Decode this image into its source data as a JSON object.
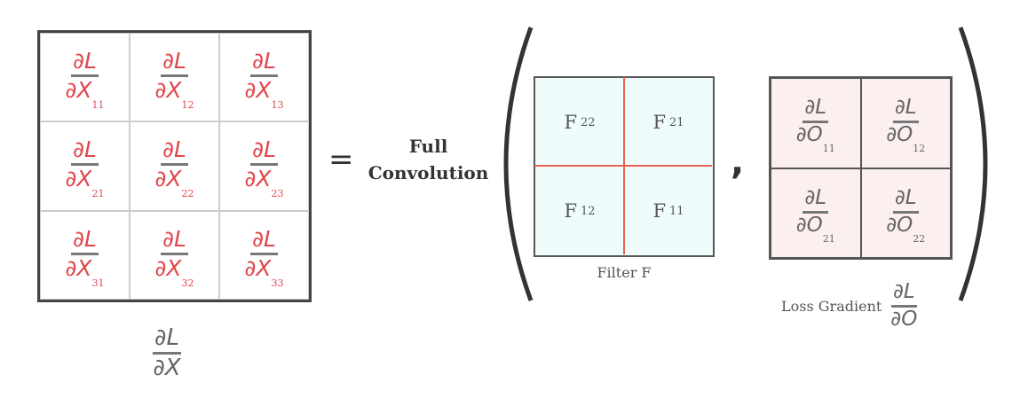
{
  "input_gradient": {
    "numerator": "∂L",
    "denominator": "∂X",
    "cells": [
      {
        "num": "∂L",
        "den": "∂X",
        "sub": "11"
      },
      {
        "num": "∂L",
        "den": "∂X",
        "sub": "12"
      },
      {
        "num": "∂L",
        "den": "∂X",
        "sub": "13"
      },
      {
        "num": "∂L",
        "den": "∂X",
        "sub": "21"
      },
      {
        "num": "∂L",
        "den": "∂X",
        "sub": "22"
      },
      {
        "num": "∂L",
        "den": "∂X",
        "sub": "23"
      },
      {
        "num": "∂L",
        "den": "∂X",
        "sub": "31"
      },
      {
        "num": "∂L",
        "den": "∂X",
        "sub": "32"
      },
      {
        "num": "∂L",
        "den": "∂X",
        "sub": "33"
      }
    ]
  },
  "equals": "=",
  "operation": {
    "line1": "Full",
    "line2": "Convolution"
  },
  "comma": ",",
  "filter": {
    "label": "Filter F",
    "cells": [
      {
        "name": "F",
        "sub": "22"
      },
      {
        "name": "F",
        "sub": "21"
      },
      {
        "name": "F",
        "sub": "12"
      },
      {
        "name": "F",
        "sub": "11"
      }
    ]
  },
  "loss_gradient": {
    "label": "Loss Gradient",
    "numerator": "∂L",
    "denominator": "∂O",
    "cells": [
      {
        "num": "∂L",
        "den": "∂O",
        "sub": "11"
      },
      {
        "num": "∂L",
        "den": "∂O",
        "sub": "12"
      },
      {
        "num": "∂L",
        "den": "∂O",
        "sub": "21"
      },
      {
        "num": "∂L",
        "den": "∂O",
        "sub": "22"
      }
    ]
  },
  "colors": {
    "accent_red": "#e0474c",
    "filter_bg": "#eefcfc",
    "loss_bg": "#fcefef",
    "filter_line": "#ee6050"
  }
}
